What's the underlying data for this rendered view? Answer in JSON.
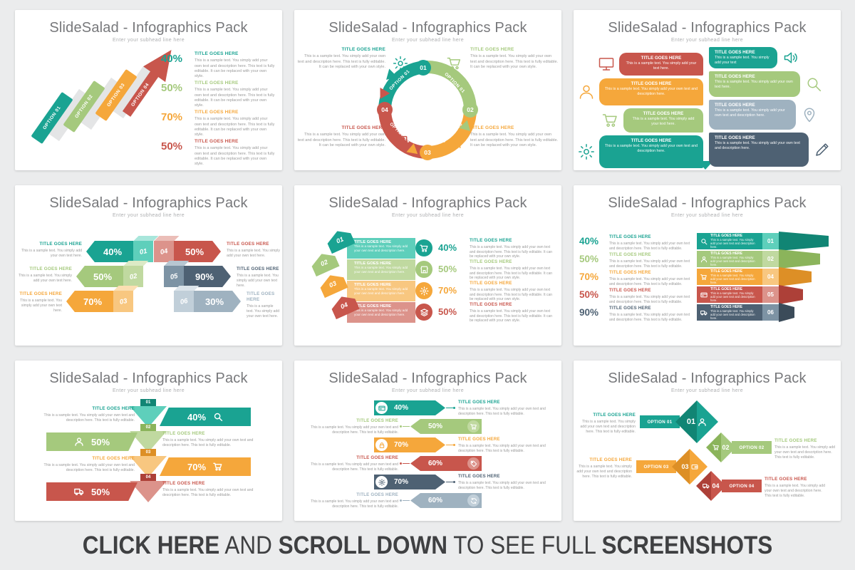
{
  "slide_header": {
    "title": "SlideSalad - Infographics Pack",
    "subtitle": "Enter your subhead line here"
  },
  "banner": {
    "segments": [
      {
        "text": "CLICK HERE",
        "bold": true
      },
      {
        "text": " AND ",
        "bold": false
      },
      {
        "text": "SCROLL DOWN",
        "bold": true
      },
      {
        "text": " TO SEE FULL ",
        "bold": false
      },
      {
        "text": "SCREENSHOTS",
        "bold": true
      }
    ]
  },
  "texts": {
    "title": "TITLE GOES HERE",
    "long": "This is a sample text. You simply add your own text and description here. This text is fully editable. It can be replaced with your own style.",
    "medium": "This is a sample text. You simply add your own text and description here. This text is fully editable.",
    "desc": "This is a sample text. You simply add your own text and description here.",
    "short": "This is a sample text. You simply add your own text here.",
    "tiny": "This is a sample text. You simply add your text here.",
    "mini": "This is a sample text. You simply add your text"
  },
  "palette": {
    "teal": {
      "base": "#1AA392",
      "dark": "#118574",
      "light": "#5ECFBB",
      "pale": "#A8E6DB"
    },
    "green": {
      "base": "#A5C97D",
      "dark": "#8BB45B",
      "light": "#C0D9A0",
      "pale": "#DCEAC6"
    },
    "orange": {
      "base": "#F5A73B",
      "dark": "#DD8F26",
      "light": "#F8C780",
      "pale": "#FBDFB2"
    },
    "red": {
      "base": "#C8564C",
      "dark": "#AD4038",
      "light": "#DC938B",
      "pale": "#EBBEB8"
    },
    "slate": {
      "base": "#4E6173",
      "dark": "#3B4B59",
      "light": "#7D93A4",
      "pale": "#B7C6D1"
    },
    "lightslate": {
      "base": "#9FB2C0",
      "dark": "#8599A9",
      "light": "#C1CFD9",
      "pale": "#DCE4EA"
    }
  },
  "slides": [
    {
      "type": "ascending",
      "bars": [
        {
          "label": "OPTION 01",
          "color": "teal"
        },
        {
          "label": "OPTION 02",
          "color": "green"
        },
        {
          "label": "OPTION 03",
          "color": "orange"
        },
        {
          "label": "OPTION 04",
          "color": "red"
        }
      ],
      "stats": [
        {
          "pct": "40%",
          "color": "teal",
          "text": "long"
        },
        {
          "pct": "50%",
          "color": "green",
          "text": "long"
        },
        {
          "pct": "70%",
          "color": "orange",
          "text": "long"
        },
        {
          "pct": "50%",
          "color": "red",
          "text": "long"
        }
      ]
    },
    {
      "type": "cycle",
      "segments": [
        {
          "num": "01",
          "label": "OPTION 01",
          "color": "teal"
        },
        {
          "num": "02",
          "label": "OPTION 01",
          "color": "green"
        },
        {
          "num": "03",
          "label": "OPTION 03",
          "color": "orange"
        },
        {
          "num": "04",
          "label": "OPTION 04",
          "color": "red"
        }
      ],
      "corners": [
        {
          "color": "teal",
          "icon": "gear",
          "text": "long"
        },
        {
          "color": "green",
          "icon": "cart",
          "text": "long"
        },
        {
          "color": "red",
          "icon": "monitor",
          "text": "long"
        },
        {
          "color": "orange",
          "icon": "user",
          "text": "long"
        }
      ]
    },
    {
      "type": "bubbles",
      "left": [
        {
          "color": "red",
          "icon": "monitor",
          "text": "tiny"
        },
        {
          "color": "orange",
          "icon": "user",
          "text": "desc"
        },
        {
          "color": "green",
          "icon": "cart",
          "text": "tiny"
        },
        {
          "color": "teal",
          "icon": "gear",
          "text": "desc"
        }
      ],
      "right": [
        {
          "color": "teal",
          "icon": "speaker",
          "text": "mini"
        },
        {
          "color": "green",
          "icon": "search",
          "text": "short"
        },
        {
          "color": "lightslate",
          "icon": "pin",
          "text": "desc"
        },
        {
          "color": "slate",
          "icon": "pencil",
          "text": "desc"
        }
      ]
    },
    {
      "type": "cubes",
      "left": [
        {
          "pct": "40%",
          "num": "01",
          "color": "teal",
          "text": "short"
        },
        {
          "pct": "50%",
          "num": "02",
          "color": "green",
          "text": "short"
        },
        {
          "pct": "70%",
          "num": "03",
          "color": "orange",
          "text": "short"
        }
      ],
      "right": [
        {
          "pct": "50%",
          "num": "04",
          "color": "red",
          "text": "short"
        },
        {
          "pct": "90%",
          "num": "05",
          "color": "slate",
          "text": "short"
        },
        {
          "pct": "30%",
          "num": "06",
          "color": "lightslate",
          "text": "short"
        }
      ]
    },
    {
      "type": "stack",
      "rows": [
        {
          "num": "01",
          "color": "teal",
          "text": "desc"
        },
        {
          "num": "02",
          "color": "green",
          "text": "desc"
        },
        {
          "num": "03",
          "color": "orange",
          "text": "desc"
        },
        {
          "num": "04",
          "color": "red",
          "text": "desc"
        }
      ],
      "stats": [
        {
          "pct": "40%",
          "icon": "cart",
          "color": "teal",
          "text": "long"
        },
        {
          "pct": "50%",
          "icon": "store",
          "color": "green",
          "text": "long"
        },
        {
          "pct": "70%",
          "icon": "gear",
          "color": "orange",
          "text": "long"
        },
        {
          "pct": "50%",
          "icon": "layers",
          "color": "red",
          "text": "long"
        }
      ]
    },
    {
      "type": "slabs",
      "stats": [
        {
          "pct": "40%",
          "color": "teal",
          "text": "medium"
        },
        {
          "pct": "50%",
          "color": "green",
          "text": "medium"
        },
        {
          "pct": "70%",
          "color": "orange",
          "text": "medium"
        },
        {
          "pct": "50%",
          "color": "red",
          "text": "medium"
        },
        {
          "pct": "90%",
          "color": "slate",
          "text": "medium"
        }
      ],
      "bars": [
        {
          "num": "01",
          "icon": "search",
          "color": "teal",
          "text": "desc"
        },
        {
          "num": "02",
          "icon": "user",
          "color": "green",
          "text": "desc"
        },
        {
          "num": "04",
          "icon": "cart",
          "color": "orange",
          "text": "desc"
        },
        {
          "num": "05",
          "icon": "card",
          "color": "red",
          "text": "desc"
        },
        {
          "num": "06",
          "icon": "truck",
          "color": "slate",
          "text": "desc"
        }
      ]
    },
    {
      "type": "funnel",
      "rows": [
        {
          "num": "01",
          "pct": "40%",
          "icon": "search",
          "color": "teal",
          "side": "right",
          "text": "medium"
        },
        {
          "num": "02",
          "pct": "50%",
          "icon": "user",
          "color": "green",
          "side": "left",
          "text": "medium"
        },
        {
          "num": "03",
          "pct": "70%",
          "icon": "cart",
          "color": "orange",
          "side": "right",
          "text": "medium"
        },
        {
          "num": "04",
          "pct": "50%",
          "icon": "truck",
          "color": "red",
          "side": "left",
          "text": "medium"
        }
      ]
    },
    {
      "type": "chevrons",
      "rows": [
        {
          "pct": "40%",
          "icon": "card",
          "color": "teal",
          "side": "left",
          "text": "medium"
        },
        {
          "pct": "50%",
          "icon": "cart",
          "color": "green",
          "side": "right",
          "text": "medium"
        },
        {
          "pct": "70%",
          "icon": "lock",
          "color": "orange",
          "side": "left",
          "text": "medium"
        },
        {
          "pct": "60%",
          "icon": "tag",
          "color": "red",
          "side": "right",
          "text": "medium"
        },
        {
          "pct": "70%",
          "icon": "gear",
          "color": "slate",
          "side": "left",
          "text": "medium"
        },
        {
          "pct": "60%",
          "icon": "refresh",
          "color": "lightslate",
          "side": "right",
          "text": "medium"
        }
      ]
    },
    {
      "type": "diamonds",
      "rows": [
        {
          "num": "01",
          "label": "OPTION 01",
          "icon": "user",
          "color": "teal",
          "side": "left",
          "text": "medium"
        },
        {
          "num": "02",
          "label": "OPTION 02",
          "icon": "cart",
          "color": "green",
          "side": "right",
          "text": "medium"
        },
        {
          "num": "03",
          "label": "OPTION 03",
          "icon": "wallet",
          "color": "orange",
          "side": "left",
          "text": "medium"
        },
        {
          "num": "04",
          "label": "OPTION 04",
          "icon": "truck",
          "color": "red",
          "side": "right",
          "text": "medium"
        }
      ]
    }
  ]
}
